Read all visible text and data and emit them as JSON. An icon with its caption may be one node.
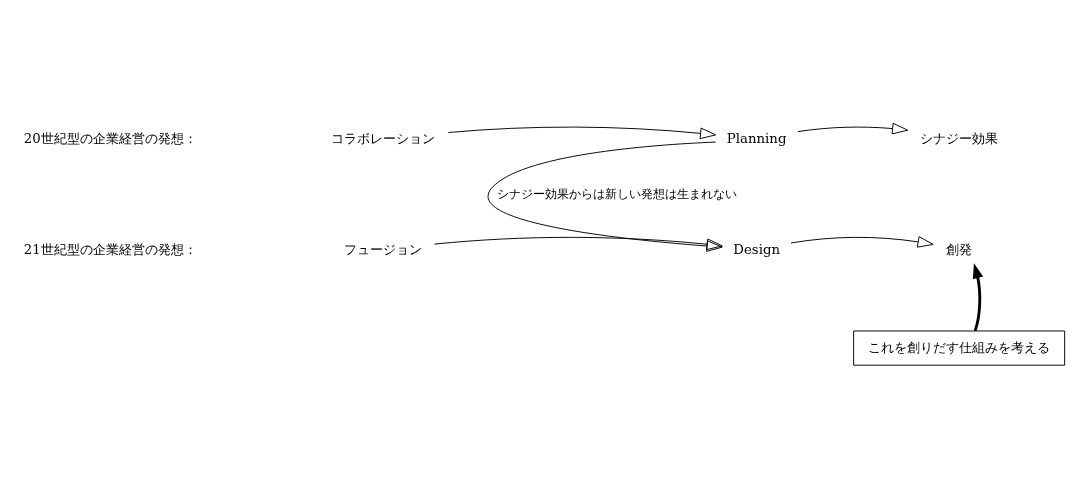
{
  "diagram": {
    "nodes": [
      {
        "text": [
          "コラボレーション"
        ]
      },
      {
        "text": [
          "Planning"
        ]
      },
      {
        "text": [
          "シナジー効果"
        ]
      },
      {
        "text": [
          "フュージョン"
        ]
      },
      {
        "text": [
          "Design"
        ]
      },
      {
        "text": [
          "創発"
        ]
      },
      {
        "text": [
          "これを創りだす仕組みを考える"
        ]
      }
    ],
    "edges": [
      {
        "from": 0,
        "to": 1,
        "arrow": "to"
      },
      {
        "from": 1,
        "to": 2,
        "arrow": "to"
      },
      {
        "from": 1,
        "to": 4,
        "arrow": "to",
        "label": "シナジー効果からは新しい発想は生まれない"
      },
      {
        "from": 3,
        "to": 4,
        "arrow": "to"
      },
      {
        "from": 4,
        "to": 5,
        "arrow": "to"
      },
      {
        "from": 6,
        "to": 5,
        "arrow": "to",
        "style": "thick"
      }
    ],
    "labels": [
      "20世紀型の企業経営の発想：",
      "21世紀型の企業経営の発想："
    ]
  }
}
